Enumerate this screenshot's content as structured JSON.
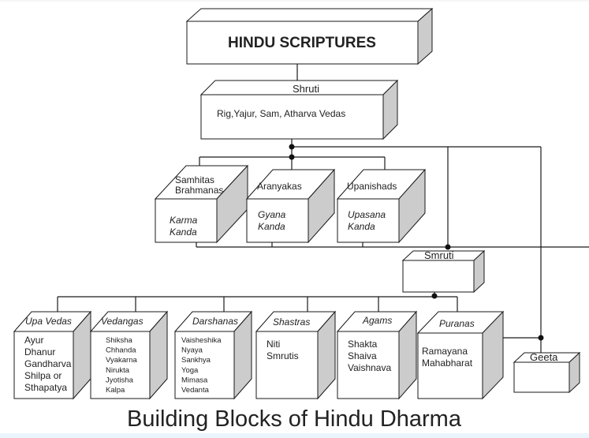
{
  "title": "HINDU SCRIPTURES",
  "caption": "Building Blocks of Hindu Dharma",
  "colors": {
    "line": "#1a1a1a",
    "box_fill": "#ffffff",
    "side_fill": "#cccccc",
    "top_fill": "#ffffff",
    "text": "#222222"
  },
  "nodes": {
    "root": {
      "top_label": "",
      "body": [
        "HINDU SCRIPTURES"
      ]
    },
    "shruti": {
      "top_label": "Shruti",
      "body": [
        "Rig,Yajur, Sam, Atharva Vedas"
      ]
    },
    "samhitas": {
      "top_label": [
        "Samhitas",
        "Brahmanas"
      ],
      "body": [
        "Karma",
        "Kanda"
      ]
    },
    "aranyakas": {
      "top_label": [
        "Aranyakas"
      ],
      "body": [
        "Gyana",
        "Kanda"
      ]
    },
    "upanishads": {
      "top_label": [
        "Upanishads"
      ],
      "body": [
        "Upasana",
        "Kanda"
      ]
    },
    "smruti": {
      "top_label": "Smruti",
      "body": []
    },
    "upavedas": {
      "top_label": "Upa Vedas",
      "body": [
        "Ayur",
        "Dhanur",
        "Gandharva",
        "Shilpa or",
        "Sthapatya"
      ]
    },
    "vedangas": {
      "top_label": "Vedangas",
      "body": [
        "Shiksha",
        "Chhanda",
        "Vyakarna",
        "Nirukta",
        "Jyotisha",
        "Kalpa"
      ]
    },
    "darshanas": {
      "top_label": "Darshanas",
      "body": [
        "Vaisheshika",
        "Nyaya",
        "Sankhya",
        "Yoga",
        "Mimasa",
        "Vedanta"
      ]
    },
    "shastras": {
      "top_label": "Shastras",
      "body": [
        "Niti",
        "Smrutis"
      ]
    },
    "agams": {
      "top_label": "Agams",
      "body": [
        "Shakta",
        "Shaiva",
        "Vaishnava"
      ]
    },
    "puranas": {
      "top_label": "Puranas",
      "body": [
        "Ramayana",
        "Mahabharat"
      ]
    },
    "geeta": {
      "top_label": "Geeta",
      "body": []
    }
  },
  "edges": [
    [
      "root",
      "shruti"
    ],
    [
      "shruti",
      "samhitas"
    ],
    [
      "shruti",
      "aranyakas"
    ],
    [
      "shruti",
      "upanishads"
    ],
    [
      "shruti",
      "smruti"
    ],
    [
      "shruti",
      "geeta"
    ],
    [
      "smruti",
      "upavedas"
    ],
    [
      "smruti",
      "vedangas"
    ],
    [
      "smruti",
      "darshanas"
    ],
    [
      "smruti",
      "shastras"
    ],
    [
      "smruti",
      "agams"
    ],
    [
      "smruti",
      "puranas"
    ]
  ]
}
